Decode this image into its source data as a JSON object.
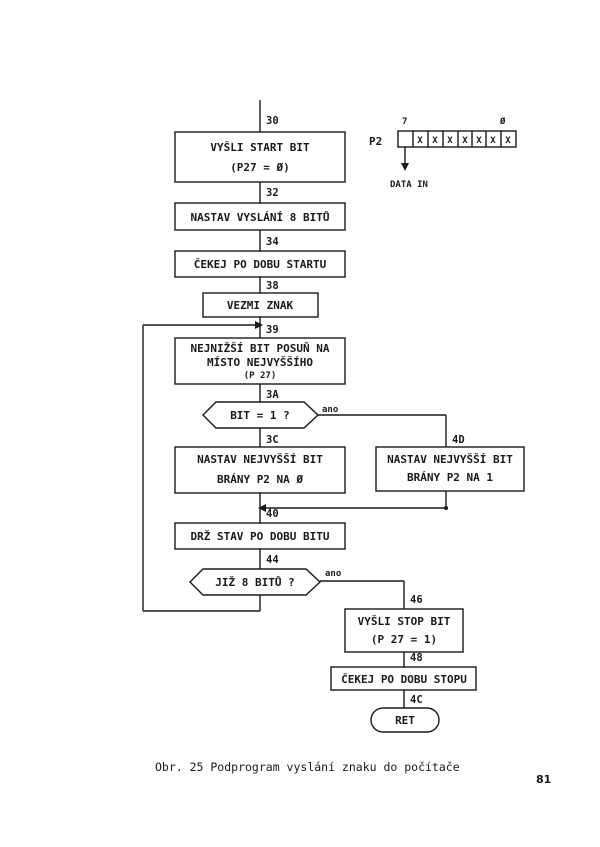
{
  "flowchart": {
    "addresses": {
      "a30": "30",
      "a32": "32",
      "a34": "34",
      "a38": "38",
      "a39": "39",
      "a3A": "3A",
      "a3C": "3C",
      "a4D": "4D",
      "a40": "40",
      "a44": "44",
      "a46": "46",
      "a48": "48",
      "a4C": "4C"
    },
    "nodes": {
      "send_start_l1": "VYŠLI  START BIT",
      "send_start_l2": "(P27 = Ø)",
      "set_8bits": "NASTAV VYSLÁNÍ 8 BITŮ",
      "wait_start": "ČEKEJ PO DOBU  STARTU",
      "take_char": "VEZMI  ZNAK",
      "shift_l1": "NEJNIŽŠÍ BIT POSUŇ NA",
      "shift_l2": "MÍSTO NEJVYŠŠÍHO",
      "shift_l3": "(P 27)",
      "cond_bit1": "BIT = 1 ?",
      "cond_bit1_jump": "ano",
      "set_p2_zero_l1": "NASTAV NEJVYŠŠÍ BIT",
      "set_p2_zero_l2": "BRÁNY P2 NA Ø",
      "set_p2_one_l1": "NASTAV NEJVYŠŠÍ BIT",
      "set_p2_one_l2": "BRÁNY P2 NA 1",
      "hold": "DRŽ STAV PO DOBU BITU",
      "cond_8bits": "JIŽ 8 BITŮ ?",
      "cond_8bits_jump": "ano",
      "send_stop_l1": "VYŠLI STOP BIT",
      "send_stop_l2": "(P 27 = 1)",
      "wait_stop": "ČEKEJ PO DOBU STOPU",
      "ret": "RET"
    },
    "port_register": {
      "name": "P2",
      "bit_high": "7",
      "bit_low": "Ø",
      "cells": [
        "X",
        "X",
        "X",
        "X",
        "X",
        "X",
        "X"
      ],
      "data_label": "DATA IN"
    }
  },
  "caption": "Obr. 25 Podprogram vyslání znaku do počítače",
  "page_number": "81"
}
